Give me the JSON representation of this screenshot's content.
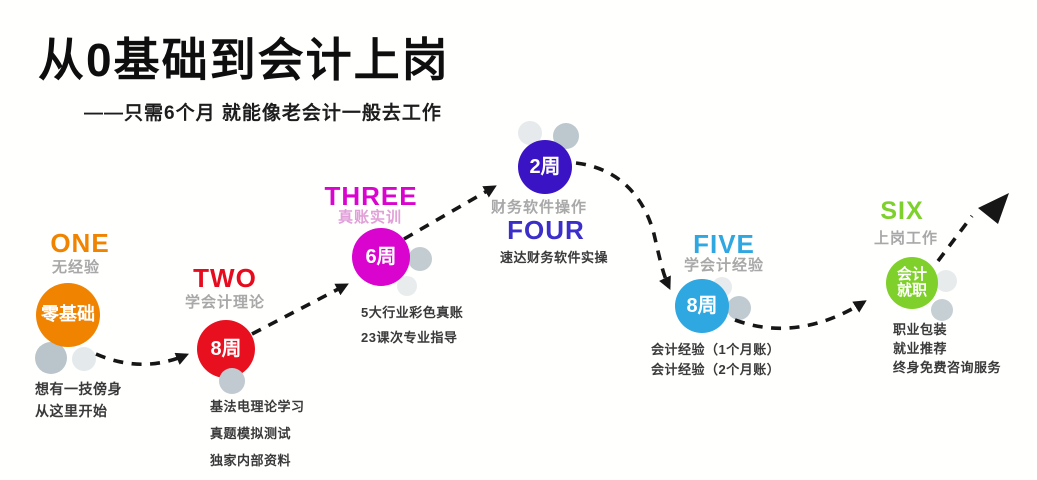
{
  "header": {
    "title": "从0基础到会计上岗",
    "subtitle": "——只需6个月 就能像老会计一般去工作"
  },
  "steps": [
    {
      "label": "ONE",
      "label_color": "#f08300",
      "sublabel": "无经验",
      "sublabel_color": "#a8a8a8",
      "circle_text": "零基础",
      "circle_color": "#f08300",
      "notes": [
        "想有一技傍身",
        "从这里开始"
      ]
    },
    {
      "label": "TWO",
      "label_color": "#e60b1e",
      "sublabel": "学会计理论",
      "sublabel_color": "#a8a8a8",
      "circle_text": "8周",
      "circle_color": "#e8101f",
      "notes": [
        "基法电理论学习",
        "真题模拟测试",
        "独家内部资料"
      ]
    },
    {
      "label": "THREE",
      "label_color": "#d905cf",
      "sublabel": "真账实训",
      "sublabel_color": "#e2a0d9",
      "circle_text": "6周",
      "circle_color": "#d905cf",
      "notes": [
        "5大行业彩色真账",
        "23课次专业指导"
      ]
    },
    {
      "label": "FOUR",
      "label_color": "#3c2fc9",
      "sublabel": "财务软件操作",
      "sublabel_color": "#a8a8a8",
      "circle_text": "2周",
      "circle_color": "#3a13c4",
      "notes": [
        "速达财务软件实操"
      ]
    },
    {
      "label": "FIVE",
      "label_color": "#2fa7e1",
      "sublabel": "学会计经验",
      "sublabel_color": "#a8a8a8",
      "circle_text": "8周",
      "circle_color": "#2fa7e1",
      "notes": [
        "会计经验（1个月账）",
        "会计经验（2个月账）"
      ]
    },
    {
      "label": "SIX",
      "label_color": "#7ed02c",
      "sublabel": "上岗工作",
      "sublabel_color": "#a8a8a8",
      "circle_text": "会计就职",
      "circle_color": "#7fd02b",
      "notes": [
        "职业包装",
        "就业推荐",
        "终身免费咨询服务"
      ]
    }
  ],
  "path": {
    "stroke_color": "#161616"
  }
}
